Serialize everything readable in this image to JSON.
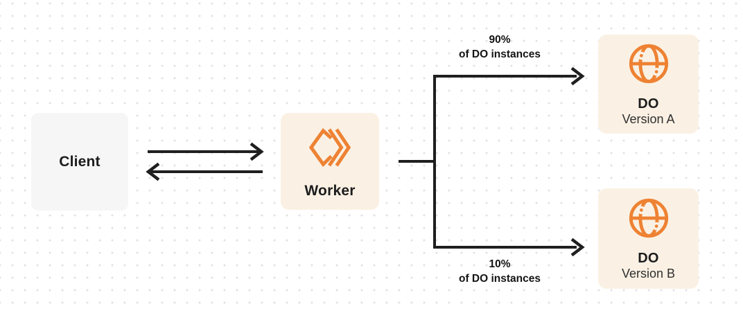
{
  "colors": {
    "line_dark": "#1F1F1F",
    "accent_orange": "#EE8233",
    "node_cream": "#FAF1E4",
    "node_gray": "#F6F6F7",
    "text_dark": "#1C1C1C",
    "text_subtle": "#2F2F2F",
    "dot_grid": "#E2E2E5",
    "canvas_bg": "#FFFFFF"
  },
  "nodes": {
    "client": {
      "label": "Client"
    },
    "worker": {
      "label": "Worker",
      "icon": "workers-icon"
    },
    "do_version_a": {
      "title": "DO",
      "subtitle": "Version A",
      "icon": "globe-icon"
    },
    "do_version_b": {
      "title": "DO",
      "subtitle": "Version B",
      "icon": "globe-icon"
    }
  },
  "edges": {
    "client_worker": {
      "type": "bidirectional-arrows"
    },
    "worker_branch": {
      "type": "split"
    },
    "branch_a": {
      "percent": "90%",
      "caption": "of DO instances"
    },
    "branch_b": {
      "percent": "10%",
      "caption": "of DO instances"
    }
  }
}
